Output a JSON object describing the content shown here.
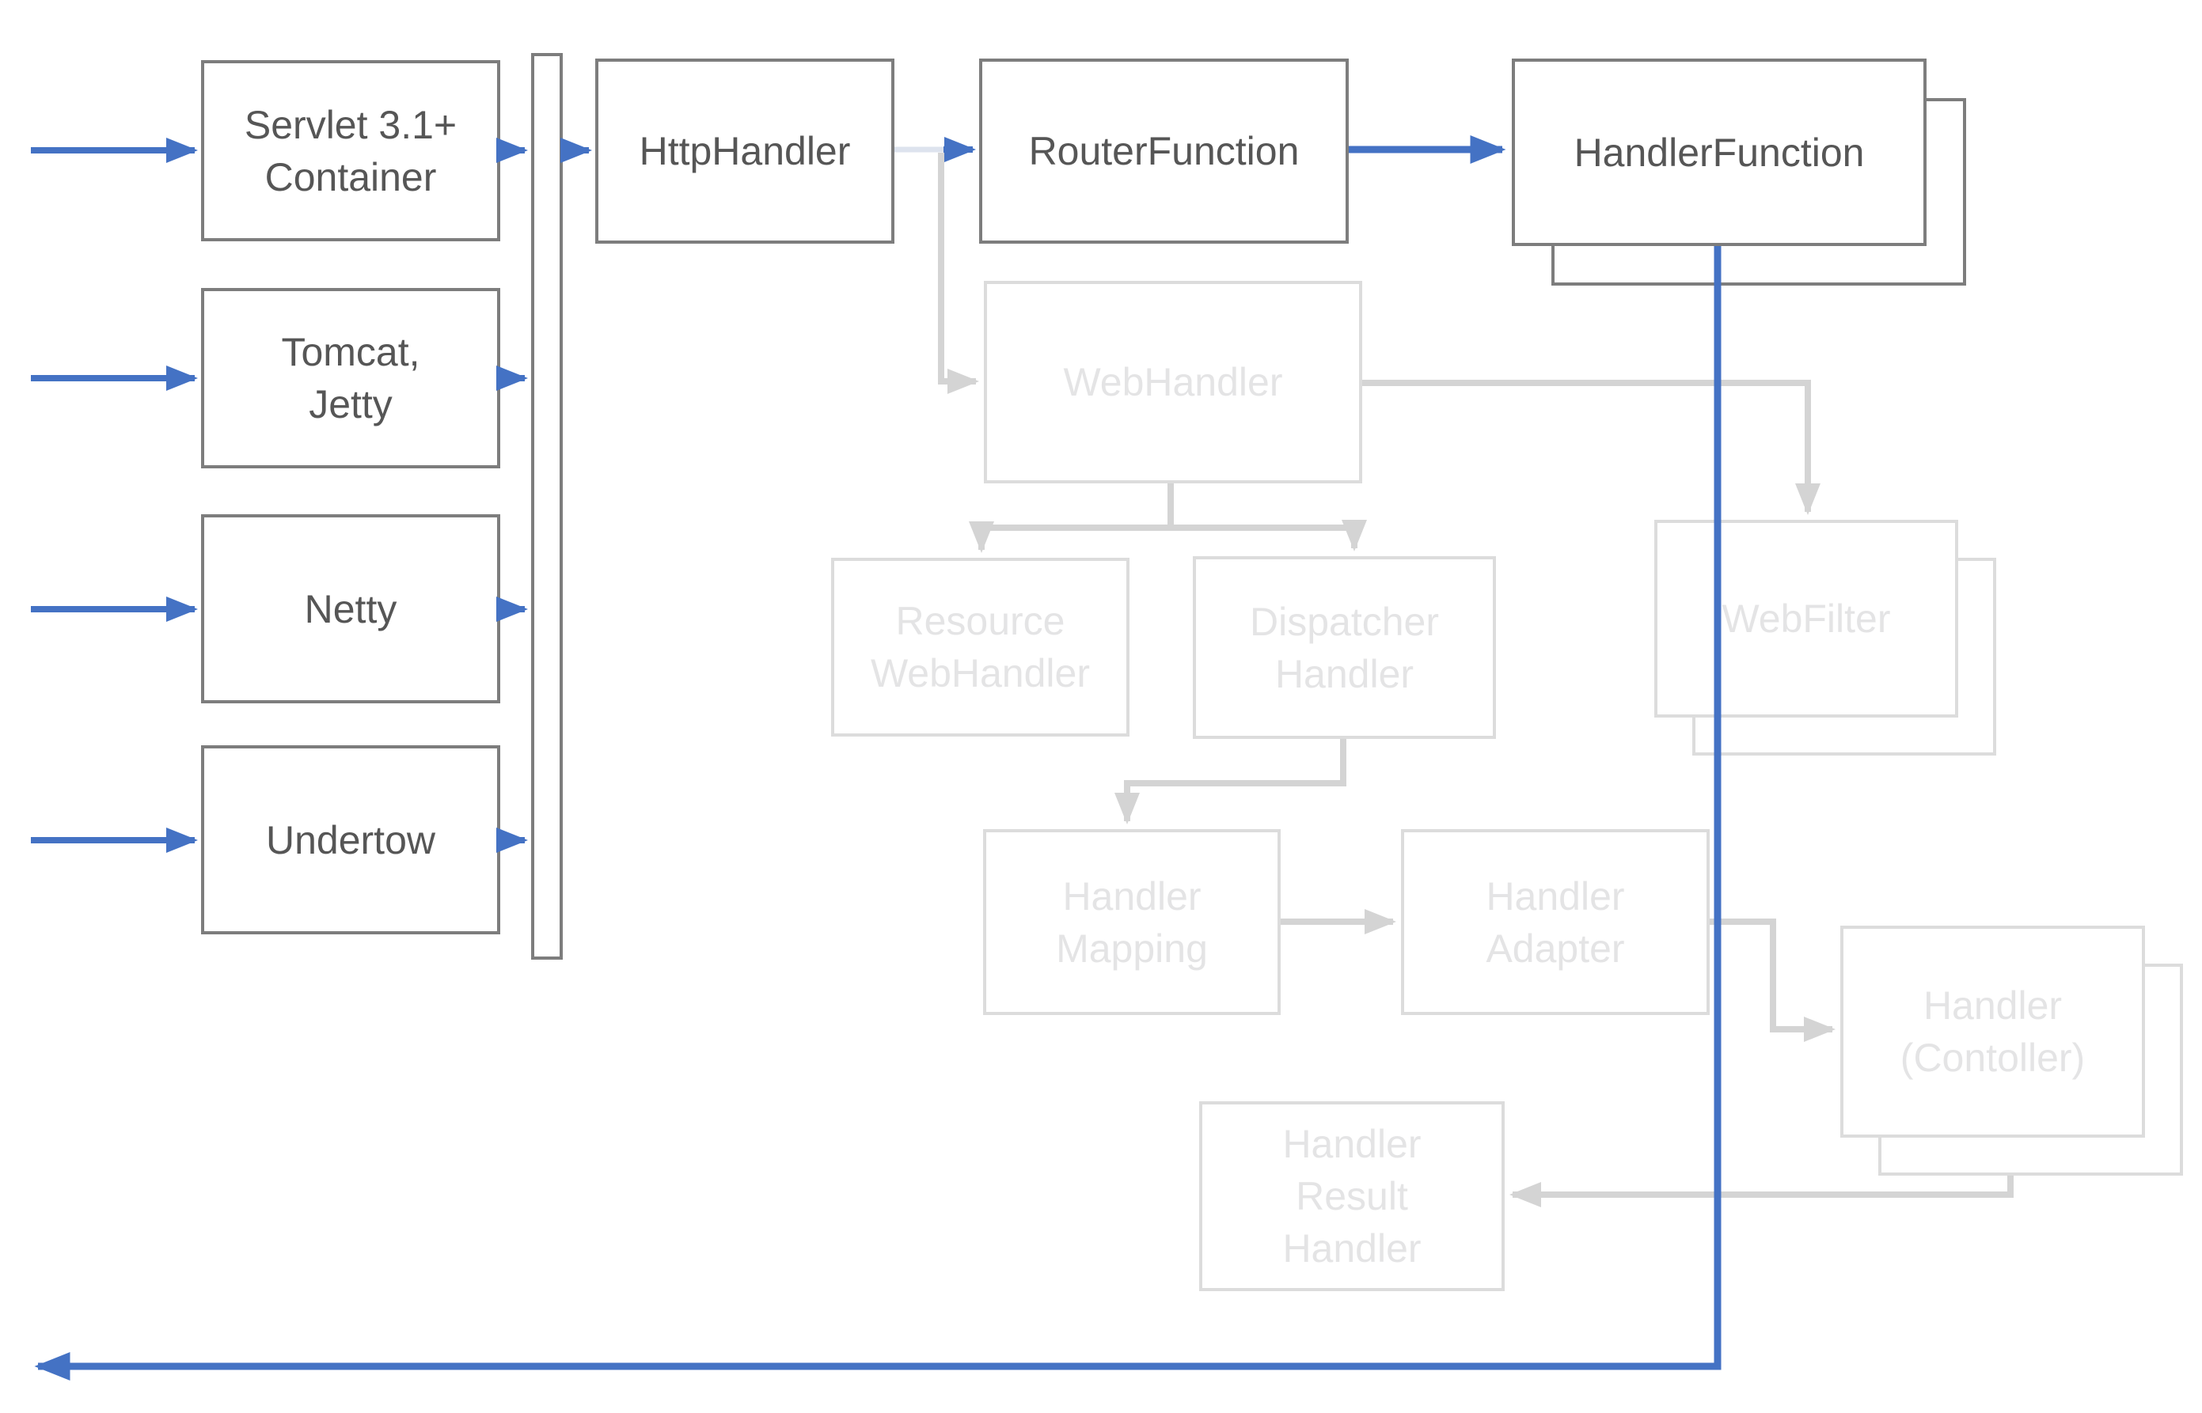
{
  "diagram": {
    "description_colors": {
      "highlight_blue": "#4472c4",
      "box_border_gray": "#7d7d7d",
      "box_text_gray": "#565656",
      "faded_border_gray": "#dcdcdc",
      "faded_text_gray": "#e4e4e5",
      "faded_line_gray": "#d4d4d4",
      "pale_stub_line": "#dde3ee",
      "background": "#ffffff"
    },
    "boxes": {
      "servlet_container": {
        "label": "Servlet 3.1+\nContainer",
        "style": "normal"
      },
      "tomcat_jetty": {
        "label": "Tomcat,\nJetty",
        "style": "normal"
      },
      "netty": {
        "label": "Netty",
        "style": "normal"
      },
      "undertow": {
        "label": "Undertow",
        "style": "normal"
      },
      "http_handler": {
        "label": "HttpHandler",
        "style": "normal"
      },
      "router_function": {
        "label": "RouterFunction",
        "style": "normal"
      },
      "handler_function": {
        "label": "HandlerFunction",
        "style": "normal",
        "stacked": true
      },
      "web_handler": {
        "label": "WebHandler",
        "style": "faded"
      },
      "resource_web_handler": {
        "label": "Resource\nWebHandler",
        "style": "faded"
      },
      "dispatcher_handler": {
        "label": "Dispatcher\nHandler",
        "style": "faded"
      },
      "web_filter": {
        "label": "WebFilter",
        "style": "faded",
        "stacked": true
      },
      "handler_mapping": {
        "label": "Handler\nMapping",
        "style": "faded"
      },
      "handler_adapter": {
        "label": "Handler\nAdapter",
        "style": "faded"
      },
      "handler_controller": {
        "label": "Handler\n(Contoller)",
        "style": "faded",
        "stacked": true
      },
      "handler_result_handler": {
        "label": "Handler\nResult\nHandler",
        "style": "faded"
      }
    },
    "edges": [
      {
        "from": "client",
        "to": "servlet_container",
        "style": "highlighted"
      },
      {
        "from": "client",
        "to": "tomcat_jetty",
        "style": "highlighted"
      },
      {
        "from": "client",
        "to": "netty",
        "style": "highlighted"
      },
      {
        "from": "client",
        "to": "undertow",
        "style": "highlighted"
      },
      {
        "from": "servlet_container",
        "to": "adapter_bar",
        "style": "highlighted"
      },
      {
        "from": "tomcat_jetty",
        "to": "adapter_bar",
        "style": "highlighted"
      },
      {
        "from": "netty",
        "to": "adapter_bar",
        "style": "highlighted"
      },
      {
        "from": "undertow",
        "to": "adapter_bar",
        "style": "highlighted"
      },
      {
        "from": "adapter_bar",
        "to": "http_handler",
        "style": "highlighted"
      },
      {
        "from": "http_handler",
        "to": "router_function",
        "style": "highlighted"
      },
      {
        "from": "router_function",
        "to": "handler_function",
        "style": "highlighted"
      },
      {
        "from": "handler_function",
        "to": "client_response_return",
        "style": "highlighted"
      },
      {
        "from": "http_handler",
        "to": "web_handler",
        "style": "faded"
      },
      {
        "from": "web_handler",
        "to": "web_filter",
        "style": "faded"
      },
      {
        "from": "web_handler",
        "to": "resource_web_handler",
        "style": "faded"
      },
      {
        "from": "web_handler",
        "to": "dispatcher_handler",
        "style": "faded"
      },
      {
        "from": "dispatcher_handler",
        "to": "handler_mapping",
        "style": "faded"
      },
      {
        "from": "handler_mapping",
        "to": "handler_adapter",
        "style": "faded"
      },
      {
        "from": "handler_adapter",
        "to": "handler_controller",
        "style": "faded"
      },
      {
        "from": "handler_controller",
        "to": "handler_result_handler",
        "style": "faded"
      }
    ]
  }
}
